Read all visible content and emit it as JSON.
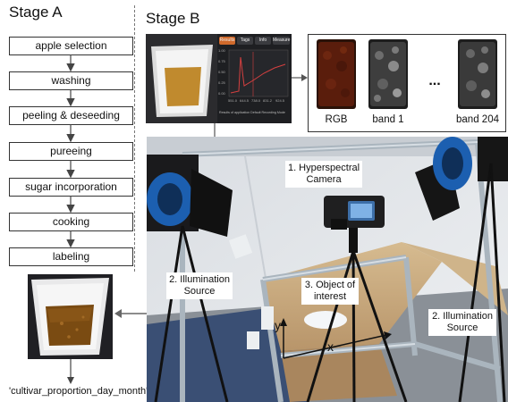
{
  "stage_a": {
    "title": "Stage A",
    "steps": [
      "apple selection",
      "washing",
      "peeling & deseeding",
      "pureeing",
      "sugar incorporation",
      "cooking",
      "labeling"
    ],
    "output_label": "'cultivar_proportion_day_month'"
  },
  "stage_b": {
    "title": "Stage B",
    "software": {
      "tabs": [
        "Results",
        "Tags",
        "Info",
        "Measure"
      ],
      "y_ticks": [
        "1.00",
        "0.75",
        "0.50",
        "0.25",
        "0.00"
      ],
      "x_ticks": [
        "551.0",
        "644.5",
        "738.0",
        "831.2",
        "924.5"
      ],
      "status_text": "Results of application Default Recording Mode"
    },
    "bands": {
      "rgb": "RGB",
      "band1": "band 1",
      "ellipsis": "...",
      "band204": "band 204"
    },
    "callouts": {
      "camera": [
        "1. Hyperspectral",
        "Camera"
      ],
      "illum_left": [
        "2. Illumination",
        "Source"
      ],
      "illum_right": [
        "2. Illumination",
        "Source"
      ],
      "object": [
        "3. Object of",
        "interest"
      ]
    },
    "axes": {
      "x": "x",
      "y": "y"
    }
  },
  "colors": {
    "lamp_blue": "#1c5fb0",
    "frame": "#b9c4cc",
    "table": "#c9ab80",
    "jam": "#7a4b12"
  }
}
